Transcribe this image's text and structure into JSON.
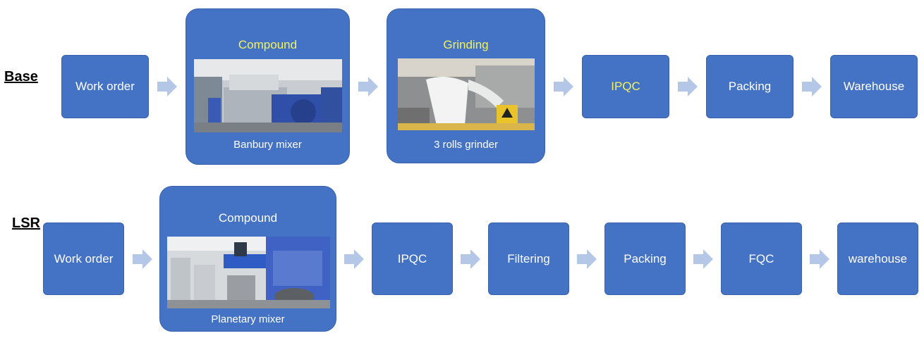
{
  "colors": {
    "box_fill": "#4472c4",
    "arrow": "#b4c7e7",
    "highlight_text": "#f4f45a"
  },
  "base": {
    "label": "Base",
    "work_order": "Work order",
    "compound": {
      "title": "Compound",
      "caption": "Banbury mixer",
      "photo": "banbury-mixer-photo"
    },
    "grinding": {
      "title": "Grinding",
      "caption": "3 rolls grinder",
      "photo": "three-roll-grinder-photo"
    },
    "ipqc": "IPQC",
    "packing": "Packing",
    "warehouse": "Warehouse"
  },
  "lsr": {
    "label": "LSR",
    "work_order": "Work order",
    "compound": {
      "title": "Compound",
      "caption": "Planetary mixer",
      "photo": "planetary-mixer-photo"
    },
    "ipqc": "IPQC",
    "filtering": "Filtering",
    "packing": "Packing",
    "fqc": "FQC",
    "warehouse": "warehouse"
  }
}
